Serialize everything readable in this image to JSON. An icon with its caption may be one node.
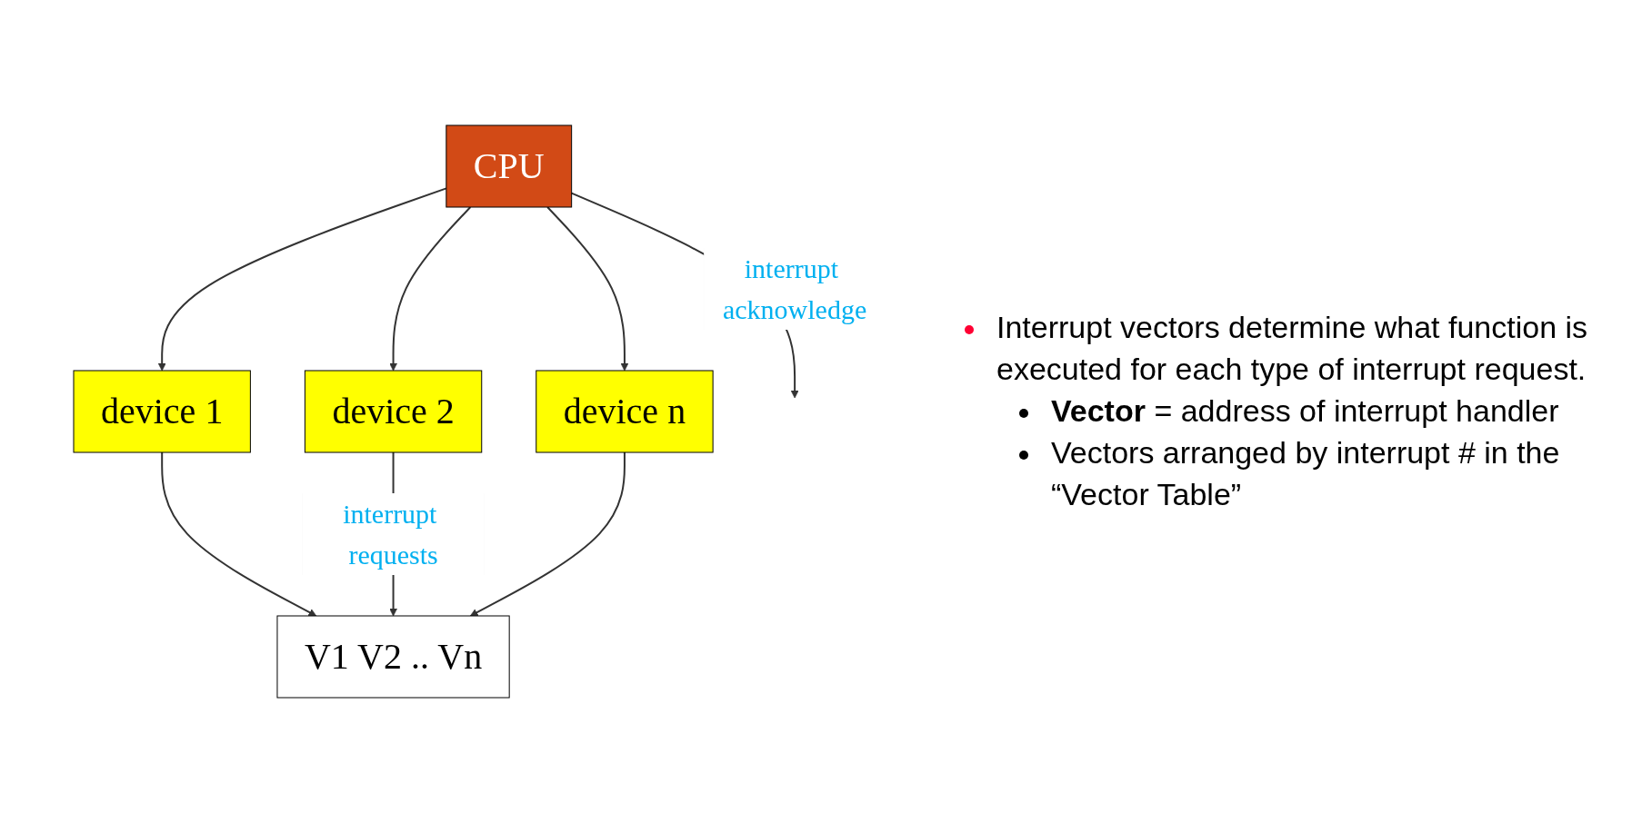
{
  "diagram": {
    "nodes": [
      {
        "text": [
          "device 1"
        ]
      },
      {
        "text": [
          "device 2"
        ]
      },
      {
        "text": [
          "device n"
        ]
      },
      {
        "text": [
          "V1 V2 .. Vn"
        ]
      },
      {
        "text": [
          "CPU"
        ]
      }
    ],
    "edges": [
      {
        "from": 0,
        "to": 3,
        "arrow": "to"
      },
      {
        "from": 1,
        "to": 3,
        "arrow": "to",
        "label": "interrupt requests"
      },
      {
        "from": 2,
        "to": 3,
        "arrow": "to"
      },
      {
        "from": 4,
        "to": 0,
        "arrow": "to"
      },
      {
        "from": 4,
        "to": 1,
        "arrow": "to"
      },
      {
        "from": 4,
        "to": 2,
        "arrow": "to"
      },
      {
        "from": 4,
        "to": null,
        "arrow": "to",
        "label": "interrupt acknowledge"
      }
    ],
    "labels": [
      "Interrupt vectors determine what function is executed for each type of interrupt request.",
      "**Vector** = address of interrupt handler",
      "Vectors arranged by interrupt # in the “Vector Table”"
    ]
  }
}
